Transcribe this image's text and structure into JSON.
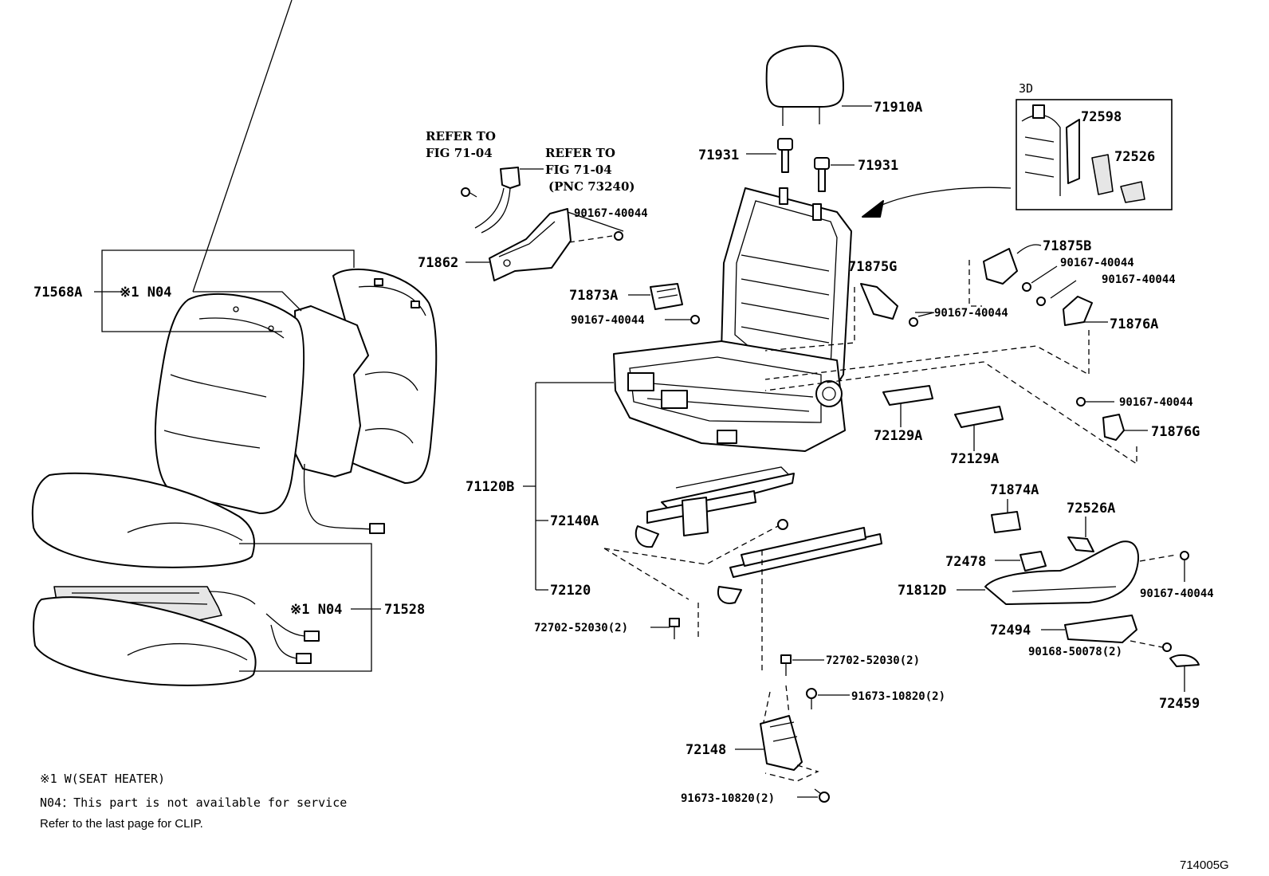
{
  "labels": {
    "p71910A": "71910A",
    "p71931_left": "71931",
    "p71931_right": "71931",
    "p71862": "71862",
    "p71568A": "71568A",
    "p71873A": "71873A",
    "p71875G": "71875G",
    "p71875B": "71875B",
    "p71876A": "71876A",
    "p71876G": "71876G",
    "p72129A_1": "72129A",
    "p72129A_2": "72129A",
    "p71120B": "71120B",
    "p72140A": "72140A",
    "p72120": "72120",
    "p71528": "71528",
    "p71874A": "71874A",
    "p72526A": "72526A",
    "p72478": "72478",
    "p71812D": "71812D",
    "p72494": "72494",
    "p72459": "72459",
    "p72148": "72148",
    "p72598": "72598",
    "p72526": "72526",
    "bolt_90167_top": "90167-40044",
    "bolt_90167_left": "90167-40044",
    "bolt_90167_mid": "90167-40044",
    "bolt_90167_r1": "90167-40044",
    "bolt_90167_r2": "90167-40044",
    "bolt_90167_r3": "90167-40044",
    "bolt_90167_r4": "90167-40044",
    "bolt_72702_left": "72702-52030(2)",
    "bolt_72702_center": "72702-52030(2)",
    "bolt_91673_upper": "91673-10820(2)",
    "bolt_91673_lower": "91673-10820(2)",
    "bolt_90168": "90168-50078(2)",
    "n04_upper": "※1 N04",
    "n04_lower": "※1 N04",
    "box_3d": "3D"
  },
  "references": {
    "refer_to_1": "REFER TO",
    "fig_1": "FIG 71-04",
    "refer_to_2": "REFER TO",
    "fig_2": "FIG 71-04",
    "pnc": "(PNC 73240)"
  },
  "notes": {
    "line1": "※1  W(SEAT HEATER)",
    "line2": "N04：This part is not available for service",
    "line3": "Refer to the last page for CLIP."
  },
  "figure_code": "714005G"
}
